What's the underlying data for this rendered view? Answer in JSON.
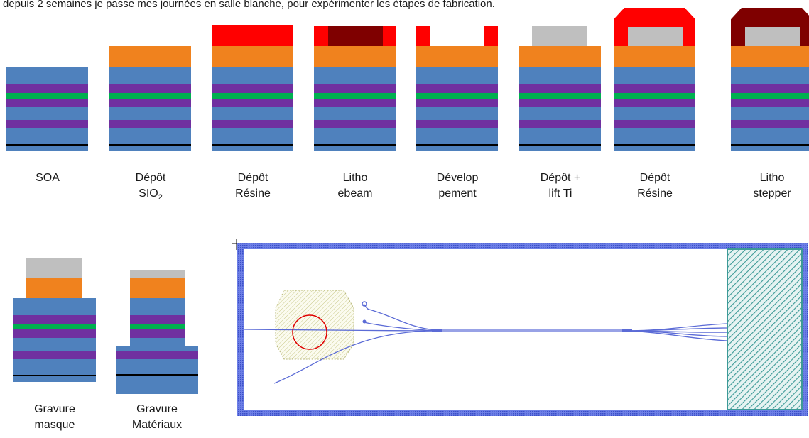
{
  "caption_fragment": "depuis 2 semaines je passe mes journées en salle blanche, pour expérimenter les étapes de fabrication.",
  "colors": {
    "substrate": "#4f81bd",
    "quantum_well": "#7030a0",
    "active_layer": "#00b050",
    "dielectric_sio2": "#f0821e",
    "resist_fresh": "#ff0000",
    "resist_exposed": "#7f0000",
    "titanium": "#bfbfbf",
    "interface_line": "#000000",
    "layout_frame": "#5b6bd6",
    "layout_waveguide": "#5b6bd6",
    "layout_mark": "#e00000"
  },
  "steps": [
    {
      "id": "soa",
      "line1": "SOA",
      "line2": ""
    },
    {
      "id": "depot-sio2",
      "line1": "Dépôt",
      "line2": "SIO",
      "sub": "2"
    },
    {
      "id": "depot-resine-1",
      "line1": "Dépôt",
      "line2": "Résine"
    },
    {
      "id": "litho-ebeam",
      "line1": "Litho",
      "line2": "ebeam"
    },
    {
      "id": "developpement",
      "line1": "Dévelop",
      "line2": "pement"
    },
    {
      "id": "depot-lift-ti",
      "line1": "Dépôt +",
      "line2": "lift Ti"
    },
    {
      "id": "depot-resine-2",
      "line1": "Dépôt",
      "line2": "Résine"
    },
    {
      "id": "litho-stepper",
      "line1": "Litho",
      "line2": "stepper"
    },
    {
      "id": "gravure-masque",
      "line1": "Gravure",
      "line2": "masque"
    },
    {
      "id": "gravure-materiaux",
      "line1": "Gravure",
      "line2": "Matériaux"
    }
  ]
}
